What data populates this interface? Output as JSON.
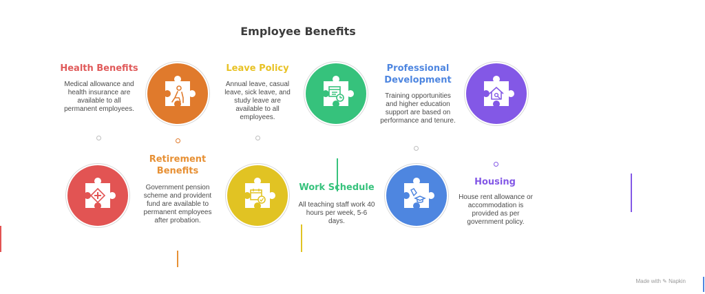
{
  "title": "Employee Benefits",
  "footer": "Made with ✎ Napkin",
  "items": [
    {
      "key": "health",
      "heading": "Health Benefits",
      "desc": "Medical allowance and health insurance are available to all permanent employees.",
      "color": "#e07a2c",
      "heading_color": "#e05a5a",
      "icon": "person-with-cane-icon"
    },
    {
      "key": "leave",
      "heading": "Leave Policy",
      "desc": "Annual leave, casual leave, sick leave, and study leave are available to all employees.",
      "color": "#36c27c",
      "heading_color": "#e8c225",
      "icon": "calendar-clock-icon"
    },
    {
      "key": "professional",
      "heading": "Professional Development",
      "desc": "Training opportunities and higher education support are based on performance and tenure.",
      "color": "#8358e6",
      "heading_color": "#4e86e0",
      "icon": "house-key-icon"
    },
    {
      "key": "retirement",
      "heading": "Retirement Benefits",
      "desc": "Government pension scheme and provident fund are available to permanent employees after probation.",
      "color": "#e25453",
      "heading_color": "#e79034",
      "icon": "medical-cross-icon"
    },
    {
      "key": "schedule",
      "heading": "Work Schedule",
      "desc": "All teaching staff work 40 hours per week, 5-6 days.",
      "color": "#e1c323",
      "heading_color": "#36c27c",
      "icon": "calendar-check-icon"
    },
    {
      "key": "housing",
      "heading": "Housing",
      "desc": "House rent allowance or accommodation is provided as per government policy.",
      "color": "#4e86e0",
      "heading_color": "#8358e6",
      "icon": "graduation-cap-icon"
    }
  ]
}
